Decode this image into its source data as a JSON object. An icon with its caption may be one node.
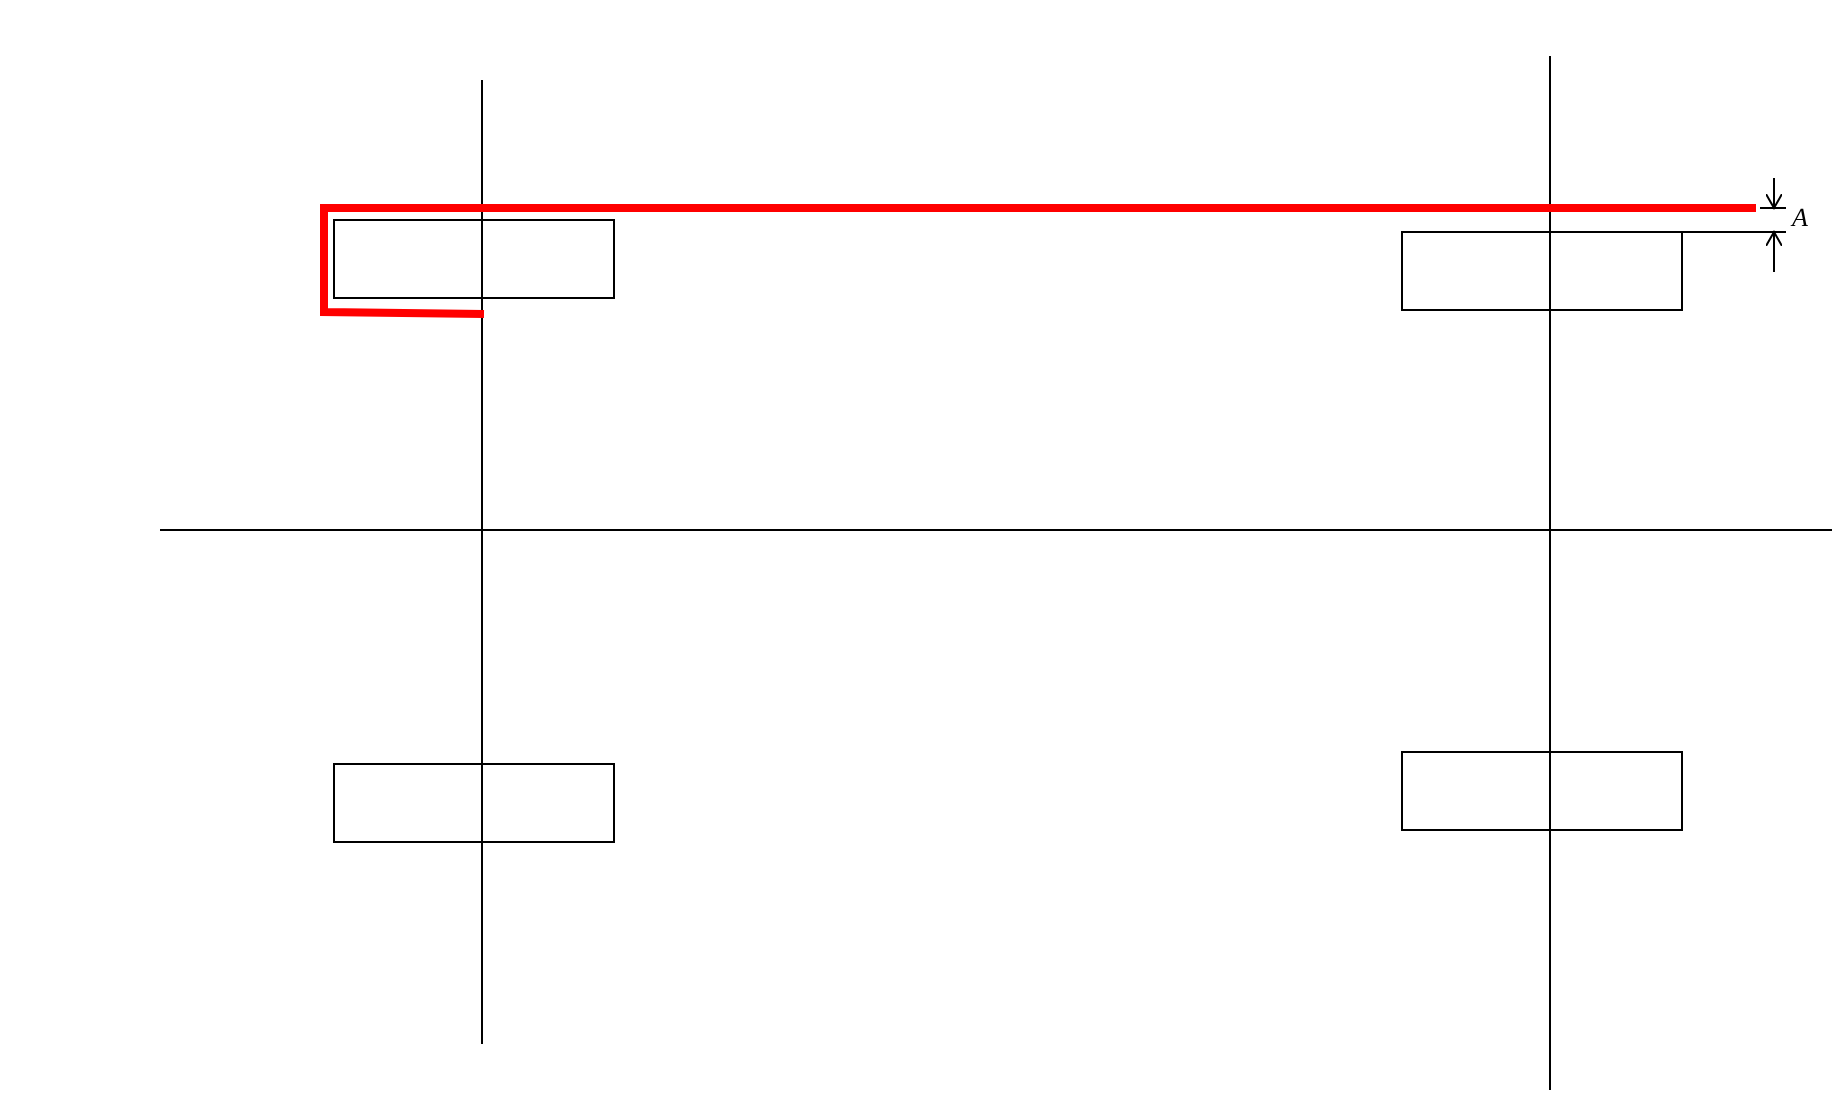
{
  "diagram": {
    "nodes": [
      {
        "text": [],
        "shape": "box"
      },
      {
        "text": [],
        "shape": "box"
      },
      {
        "text": [],
        "shape": "box"
      },
      {
        "text": [],
        "shape": "box"
      }
    ],
    "labels": [
      "A"
    ]
  }
}
